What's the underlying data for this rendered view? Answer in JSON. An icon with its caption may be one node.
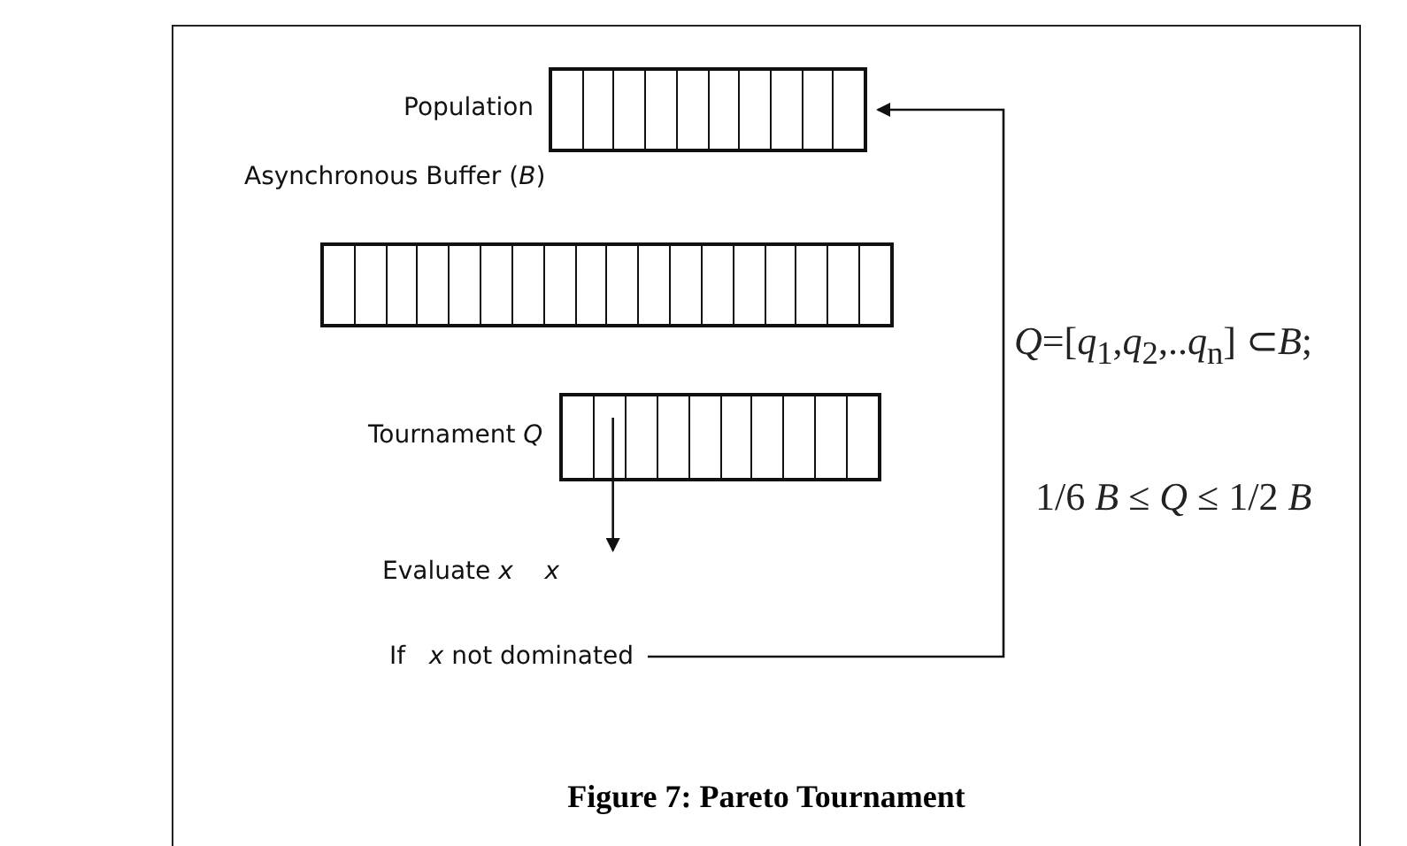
{
  "diagram": {
    "caption": "Figure 7: Pareto Tournament",
    "nodes": [
      {
        "text": [
          "Population"
        ]
      },
      {
        "text": [
          "Asynchronous Buffer (*B*)"
        ]
      },
      {
        "text": [
          "Tournament *Q*"
        ]
      },
      {
        "text": [
          "Evaluate *x*    *x*"
        ]
      },
      {
        "text": [
          "If   *x* not dominated"
        ]
      }
    ],
    "edges": [
      {
        "from": 2,
        "to": 3,
        "arrow": "to"
      },
      {
        "from": 4,
        "to": 0,
        "arrow": "to"
      }
    ],
    "labels": [
      "*Q*=[*q*$_{1}$,*q*$_{2}$,..*q*$_{n}$] ⊂*B*;",
      "1/6 *B* ≤ *Q* ≤ 1/2 *B*"
    ]
  }
}
